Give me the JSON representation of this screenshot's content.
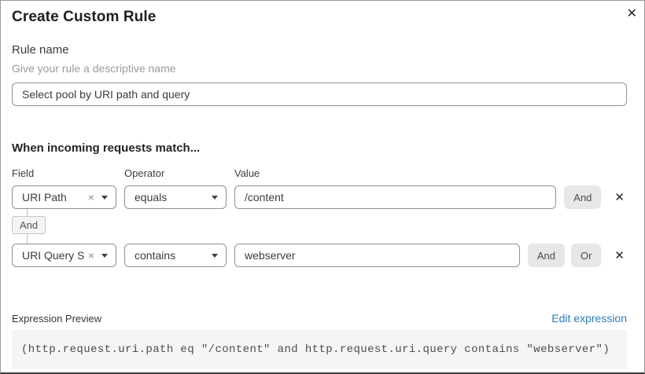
{
  "dialog": {
    "title": "Create Custom Rule"
  },
  "icons": {
    "close": "✕",
    "clear": "×",
    "delete": "✕"
  },
  "rule_name": {
    "label": "Rule name",
    "hint": "Give your rule a descriptive name",
    "value": "Select pool by URI path and query"
  },
  "matcher": {
    "heading": "When incoming requests match...",
    "columns": {
      "field": "Field",
      "operator": "Operator",
      "value": "Value"
    },
    "connector_label": "And",
    "rows": [
      {
        "field": "URI Path",
        "operator": "equals",
        "value": "/content",
        "and_label": "And"
      },
      {
        "field": "URI Query St...",
        "operator": "contains",
        "value": "webserver",
        "and_label": "And",
        "or_label": "Or"
      }
    ]
  },
  "expression": {
    "label": "Expression Preview",
    "edit_link": "Edit expression",
    "code": "(http.request.uri.path eq \"/content\" and http.request.uri.query contains \"webserver\")"
  },
  "colors": {
    "link_blue": "#2c7cb0",
    "button_gray": "#e7e7e7",
    "code_background": "#f5f5f5",
    "input_border": "#919191"
  }
}
